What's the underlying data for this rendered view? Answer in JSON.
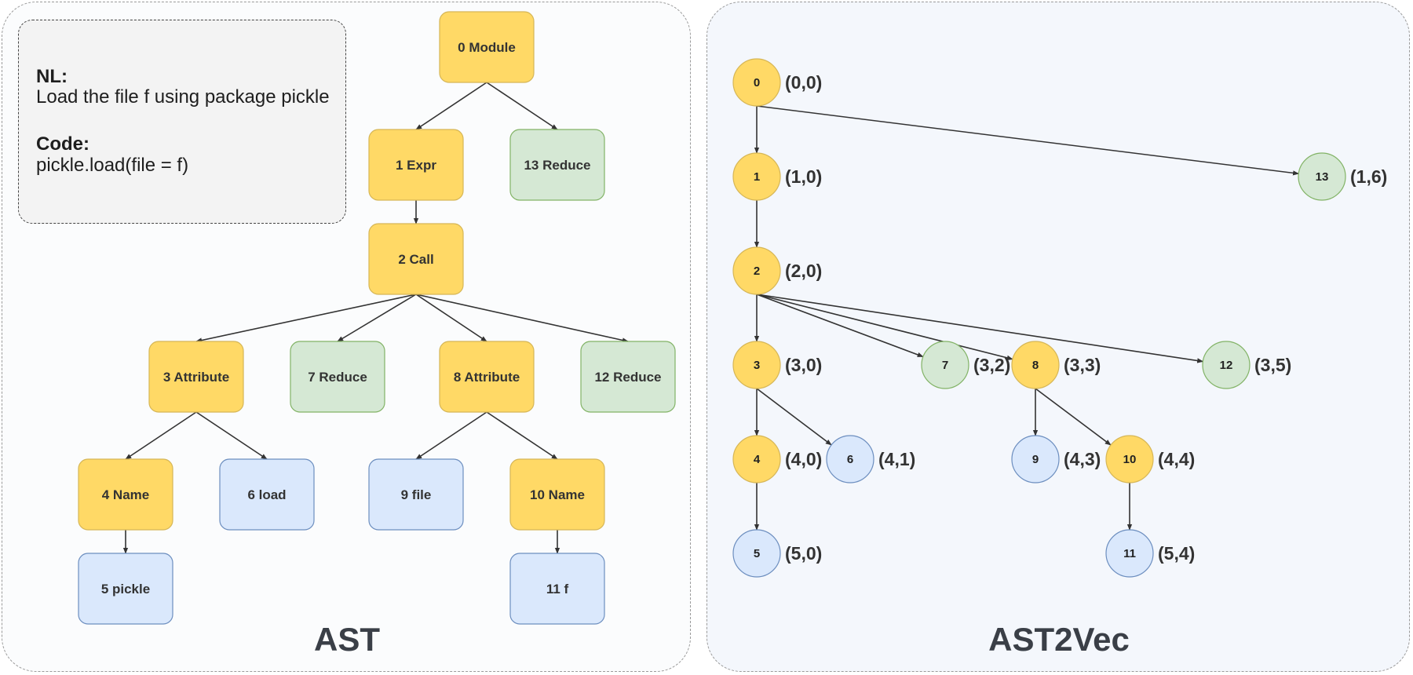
{
  "ast": {
    "title": "AST",
    "info": {
      "nl_heading": "NL:",
      "nl_text": "Load the file f using package pickle",
      "code_heading": "Code:",
      "code_text": "pickle.load(file = f)"
    },
    "nodes": [
      {
        "id": 0,
        "label": "0 Module",
        "kind": "internal"
      },
      {
        "id": 1,
        "label": "1 Expr",
        "kind": "internal"
      },
      {
        "id": 13,
        "label": "13 Reduce",
        "kind": "reduce"
      },
      {
        "id": 2,
        "label": "2 Call",
        "kind": "internal"
      },
      {
        "id": 3,
        "label": "3 Attribute",
        "kind": "internal"
      },
      {
        "id": 7,
        "label": "7 Reduce",
        "kind": "reduce"
      },
      {
        "id": 8,
        "label": "8 Attribute",
        "kind": "internal"
      },
      {
        "id": 12,
        "label": "12 Reduce",
        "kind": "reduce"
      },
      {
        "id": 4,
        "label": "4 Name",
        "kind": "internal"
      },
      {
        "id": 6,
        "label": "6 load",
        "kind": "leaf"
      },
      {
        "id": 9,
        "label": "9 file",
        "kind": "leaf"
      },
      {
        "id": 10,
        "label": "10 Name",
        "kind": "internal"
      },
      {
        "id": 5,
        "label": "5 pickle",
        "kind": "leaf"
      },
      {
        "id": 11,
        "label": "11 f",
        "kind": "leaf"
      }
    ],
    "edges": [
      [
        0,
        1
      ],
      [
        0,
        13
      ],
      [
        1,
        2
      ],
      [
        2,
        3
      ],
      [
        2,
        7
      ],
      [
        2,
        8
      ],
      [
        2,
        12
      ],
      [
        3,
        4
      ],
      [
        3,
        6
      ],
      [
        8,
        9
      ],
      [
        8,
        10
      ],
      [
        4,
        5
      ],
      [
        10,
        11
      ]
    ]
  },
  "ast2vec": {
    "title": "AST2Vec",
    "nodes": [
      {
        "id": 0,
        "label": "0",
        "coord": "(0,0)",
        "kind": "internal"
      },
      {
        "id": 1,
        "label": "1",
        "coord": "(1,0)",
        "kind": "internal"
      },
      {
        "id": 13,
        "label": "13",
        "coord": "(1,6)",
        "kind": "reduce"
      },
      {
        "id": 2,
        "label": "2",
        "coord": "(2,0)",
        "kind": "internal"
      },
      {
        "id": 3,
        "label": "3",
        "coord": "(3,0)",
        "kind": "internal"
      },
      {
        "id": 7,
        "label": "7",
        "coord": "(3,2)",
        "kind": "reduce"
      },
      {
        "id": 8,
        "label": "8",
        "coord": "(3,3)",
        "kind": "internal"
      },
      {
        "id": 12,
        "label": "12",
        "coord": "(3,5)",
        "kind": "reduce"
      },
      {
        "id": 4,
        "label": "4",
        "coord": "(4,0)",
        "kind": "internal"
      },
      {
        "id": 6,
        "label": "6",
        "coord": "(4,1)",
        "kind": "leaf"
      },
      {
        "id": 9,
        "label": "9",
        "coord": "(4,3)",
        "kind": "leaf"
      },
      {
        "id": 10,
        "label": "10",
        "coord": "(4,4)",
        "kind": "internal"
      },
      {
        "id": 5,
        "label": "5",
        "coord": "(5,0)",
        "kind": "leaf"
      },
      {
        "id": 11,
        "label": "11",
        "coord": "(5,4)",
        "kind": "leaf"
      }
    ],
    "edges": [
      [
        0,
        1
      ],
      [
        0,
        13
      ],
      [
        1,
        2
      ],
      [
        2,
        3
      ],
      [
        2,
        7
      ],
      [
        2,
        8
      ],
      [
        2,
        12
      ],
      [
        3,
        4
      ],
      [
        3,
        6
      ],
      [
        8,
        9
      ],
      [
        8,
        10
      ],
      [
        4,
        5
      ],
      [
        10,
        11
      ]
    ]
  },
  "colors": {
    "internal_fill": "#ffd966",
    "internal_stroke": "#d6b656",
    "reduce_fill": "#d5e8d4",
    "reduce_stroke": "#82b366",
    "leaf_fill": "#dae8fc",
    "leaf_stroke": "#6c8ebf",
    "edge": "#333333"
  }
}
